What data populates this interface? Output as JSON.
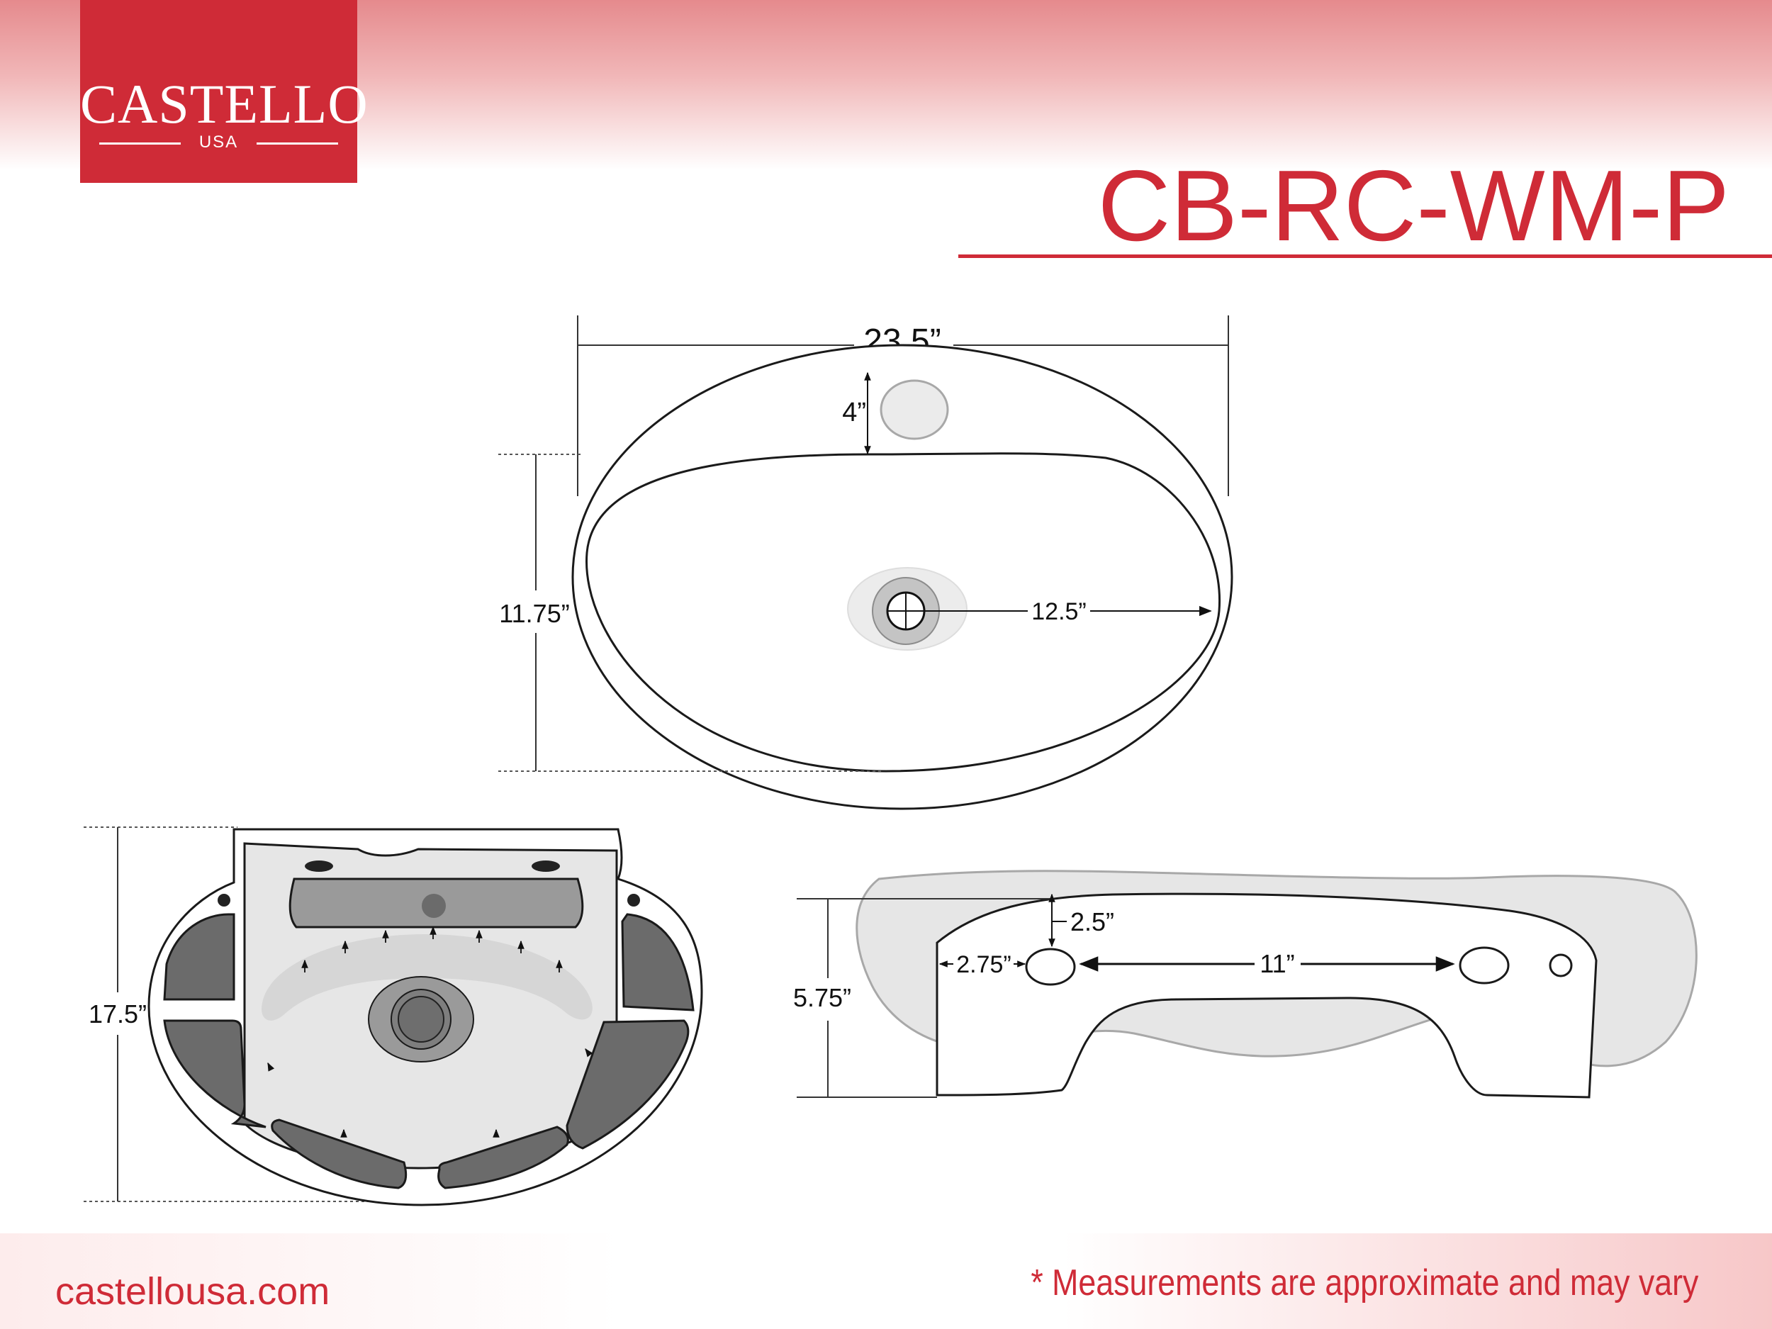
{
  "brand": {
    "name": "CASTELLO",
    "sub": "USA"
  },
  "model": "CB-RC-WM-P",
  "top_view": {
    "width_label": "23.5”",
    "overflow_label": "4”",
    "depth_label": "11.75”",
    "drain_label": "12.5”"
  },
  "bottom_view": {
    "depth_label": "17.5”"
  },
  "side_view": {
    "height_label": "5.75”",
    "hole_drop_label": "2.5”",
    "edge_label": "2.75”",
    "spacing_label": "11”"
  },
  "footer": {
    "website": "castellousa.com",
    "note": "* Measurements are approximate and may vary"
  },
  "colors": {
    "brand_red": "#cf2b37",
    "line": "#1a1a1a",
    "light_gray": "#e6e6e6",
    "mid_gray": "#9a9a9a",
    "dark_gray": "#6b6b6b"
  }
}
